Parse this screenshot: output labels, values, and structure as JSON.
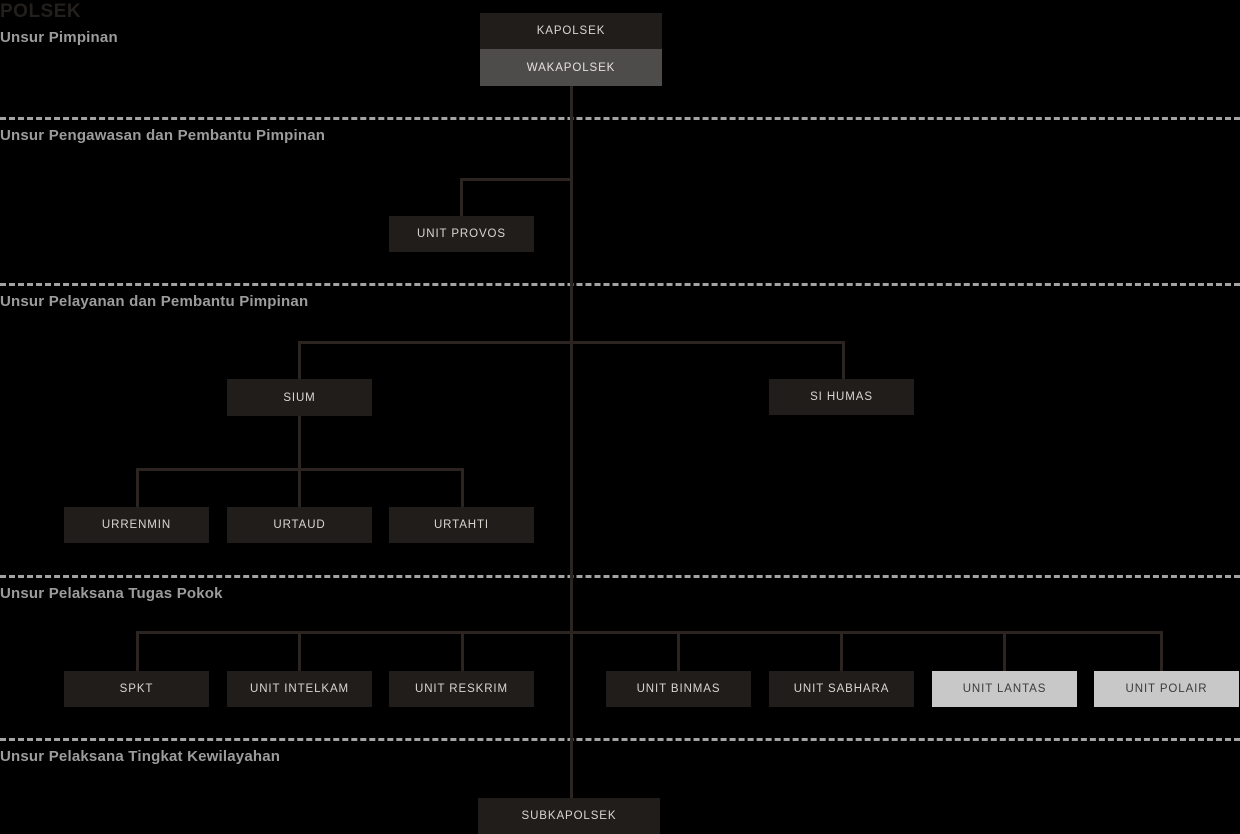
{
  "title": "POLSEK",
  "bands": [
    {
      "label": "Unsur Pimpinan"
    },
    {
      "label": "Unsur Pengawasan dan Pembantu Pimpinan"
    },
    {
      "label": "Unsur Pelayanan dan Pembantu Pimpinan"
    },
    {
      "label": "Unsur Pelaksana Tugas Pokok"
    },
    {
      "label": "Unsur Pelaksana Tingkat Kewilayahan"
    }
  ],
  "nodes": {
    "kapolsek": "KAPOLSEK",
    "wakapolsek": "WAKAPOLSEK",
    "unit_provos": "UNIT PROVOS",
    "sium": "SIUM",
    "si_humas": "SI HUMAS",
    "urrenmin": "URRENMIN",
    "urtaud": "URTAUD",
    "urtahti": "URTAHTI",
    "spkt": "SPKT",
    "unit_intelkam": "UNIT INTELKAM",
    "unit_reskrim": "UNIT RESKRIM",
    "unit_binmas": "UNIT BINMAS",
    "unit_sabhara": "UNIT SABHARA",
    "unit_lantas": "UNIT LANTAS",
    "unit_polair": "UNIT POLAIR",
    "subkapolsek": "SUBKAPOLSEK"
  },
  "colors": {
    "background": "#000000",
    "box_dark": "#211d1b",
    "box_mid": "#4e4c4b",
    "box_light": "#c8c8c8",
    "line": "#2b2421",
    "divider": "#a3a3a3",
    "band_text": "#9c9c9c",
    "title_text": "#231f1d"
  },
  "chart_data": {
    "type": "diagram",
    "diagram_kind": "organizational-hierarchy",
    "title": "POLSEK",
    "bands": [
      {
        "name": "Unsur Pimpinan",
        "members": [
          "KAPOLSEK",
          "WAKAPOLSEK"
        ]
      },
      {
        "name": "Unsur Pengawasan dan Pembantu Pimpinan",
        "members": [
          "UNIT PROVOS"
        ]
      },
      {
        "name": "Unsur Pelayanan dan Pembantu Pimpinan",
        "members": [
          "SIUM",
          "SI HUMAS",
          "URRENMIN",
          "URTAUD",
          "URTAHTI"
        ]
      },
      {
        "name": "Unsur Pelaksana Tugas Pokok",
        "members": [
          "SPKT",
          "UNIT INTELKAM",
          "UNIT RESKRIM",
          "UNIT BINMAS",
          "UNIT SABHARA",
          "UNIT LANTAS",
          "UNIT POLAIR"
        ]
      },
      {
        "name": "Unsur Pelaksana Tingkat Kewilayahan",
        "members": [
          "SUBKAPOLSEK"
        ]
      }
    ],
    "edges": [
      {
        "from": "KAPOLSEK",
        "to": "WAKAPOLSEK"
      },
      {
        "from": "WAKAPOLSEK",
        "to": "UNIT PROVOS"
      },
      {
        "from": "WAKAPOLSEK",
        "to": "SIUM"
      },
      {
        "from": "WAKAPOLSEK",
        "to": "SI HUMAS"
      },
      {
        "from": "SIUM",
        "to": "URRENMIN"
      },
      {
        "from": "SIUM",
        "to": "URTAUD"
      },
      {
        "from": "SIUM",
        "to": "URTAHTI"
      },
      {
        "from": "WAKAPOLSEK",
        "to": "SPKT"
      },
      {
        "from": "WAKAPOLSEK",
        "to": "UNIT INTELKAM"
      },
      {
        "from": "WAKAPOLSEK",
        "to": "UNIT RESKRIM"
      },
      {
        "from": "WAKAPOLSEK",
        "to": "UNIT BINMAS"
      },
      {
        "from": "WAKAPOLSEK",
        "to": "UNIT SABHARA"
      },
      {
        "from": "WAKAPOLSEK",
        "to": "UNIT LANTAS"
      },
      {
        "from": "WAKAPOLSEK",
        "to": "UNIT POLAIR"
      },
      {
        "from": "WAKAPOLSEK",
        "to": "SUBKAPOLSEK"
      }
    ]
  }
}
